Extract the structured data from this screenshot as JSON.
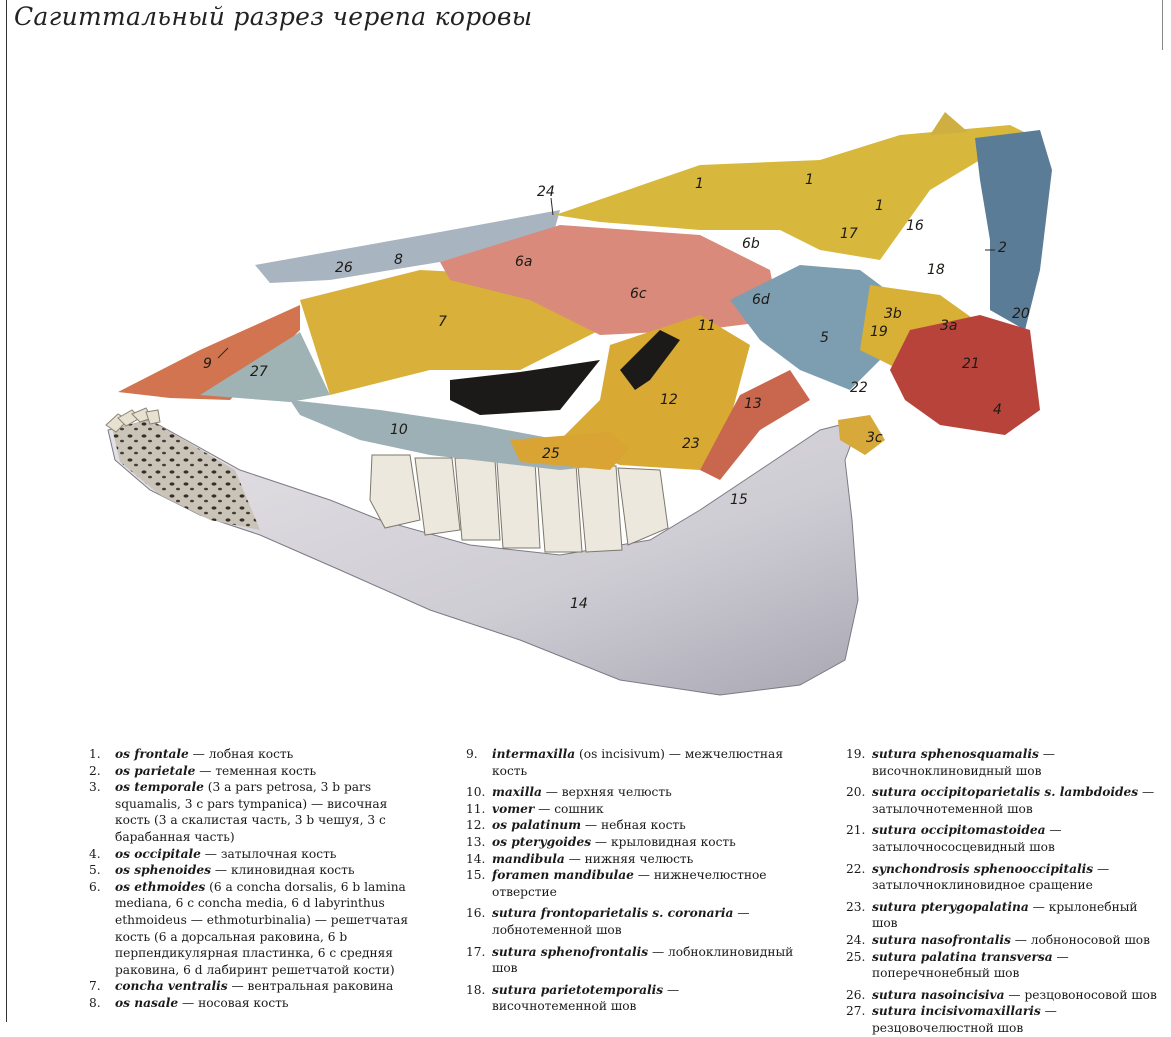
{
  "title": "Сагиттальный разрез черепа коровы",
  "diagram_labels": [
    "1",
    "1",
    "1",
    "2",
    "3b",
    "3a",
    "3c",
    "4",
    "5",
    "6a",
    "6b",
    "6c",
    "6d",
    "7",
    "8",
    "9",
    "10",
    "11",
    "12",
    "13",
    "14",
    "15",
    "16",
    "17",
    "18",
    "19",
    "20",
    "21",
    "22",
    "23",
    "24",
    "25",
    "26",
    "27"
  ],
  "legend": [
    {
      "num": "1.",
      "latin": "os frontale",
      "sep": " — ",
      "text": "лобная кость"
    },
    {
      "num": "2.",
      "latin": "os parietale",
      "sep": " — ",
      "text": "теменная кость"
    },
    {
      "num": "3.",
      "latin": "os temporale",
      "sep": " ",
      "text": "(3 a pars petrosa, 3 b pars squamalis, 3 c pars tympanica) — височная кость (3 a скалистая часть, 3 b чешуя, 3 c барабанная часть)"
    },
    {
      "num": "4.",
      "latin": "os occipitale",
      "sep": " — ",
      "text": "затылочная кость"
    },
    {
      "num": "5.",
      "latin": "os sphenoides",
      "sep": " — ",
      "text": "клиновидная кость"
    },
    {
      "num": "6.",
      "latin": "os ethmoides",
      "sep": " ",
      "text": "(6 a concha dorsalis, 6 b lamina mediana, 6 c concha media, 6 d labyrinthus ethmoideus — ethmoturbinalia) — решетчатая кость (6 a дорсальная раковина, 6 b перпендикулярная пластинка, 6 c средняя раковина, 6 d лабиринт решетчатой кости)"
    },
    {
      "num": "7.",
      "latin": "concha ventralis",
      "sep": " — ",
      "text": "вентральная раковина"
    },
    {
      "num": "8.",
      "latin": "os nasale",
      "sep": " — ",
      "text": "носовая кость"
    },
    {
      "num": "9.",
      "latin": "intermaxilla",
      "sep": " ",
      "text": "(os incisivum) — межчелюстная кость"
    },
    {
      "num": "10.",
      "latin": "maxilla",
      "sep": " — ",
      "text": "верхняя челюсть"
    },
    {
      "num": "11.",
      "latin": "vomer",
      "sep": " — ",
      "text": "сошник"
    },
    {
      "num": "12.",
      "latin": "os palatinum",
      "sep": " — ",
      "text": "небная кость"
    },
    {
      "num": "13.",
      "latin": "os pterygoides",
      "sep": " — ",
      "text": "крыловидная кость"
    },
    {
      "num": "14.",
      "latin": "mandibula",
      "sep": " — ",
      "text": "нижняя челюсть"
    },
    {
      "num": "15.",
      "latin": "foramen mandibulae",
      "sep": " — ",
      "text": "нижнечелюстное отверстие"
    },
    {
      "num": "16.",
      "latin": "sutura frontoparietalis s. coronaria",
      "sep": " — ",
      "text": "лобнотеменной шов"
    },
    {
      "num": "17.",
      "latin": "sutura sphenofrontalis",
      "sep": " — ",
      "text": "лобноклиновидный шов"
    },
    {
      "num": "18.",
      "latin": "sutura parietotemporalis",
      "sep": " — ",
      "text": "височнотеменной шов"
    },
    {
      "num": "19.",
      "latin": "sutura sphenosquamalis",
      "sep": " — ",
      "text": "височноклиновидный шов"
    },
    {
      "num": "20.",
      "latin": "sutura occipitoparietalis s. lambdoides",
      "sep": " — ",
      "text": "затылочнотеменной шов"
    },
    {
      "num": "21.",
      "latin": "sutura occipitomastoidea",
      "sep": " — ",
      "text": "затылочнососцевидный шов"
    },
    {
      "num": "22.",
      "latin": "synchondrosis sphenooccipitalis",
      "sep": " — ",
      "text": "затылочноклиновидное сращение"
    },
    {
      "num": "23.",
      "latin": "sutura pterygopalatina",
      "sep": " — ",
      "text": "крылонебный шов"
    },
    {
      "num": "24.",
      "latin": "sutura nasofrontalis",
      "sep": " — ",
      "text": "лобноносовой шов"
    },
    {
      "num": "25.",
      "latin": "sutura palatina transversa",
      "sep": " — ",
      "text": "поперечнонебный шов"
    },
    {
      "num": "26.",
      "latin": "sutura nasoincisiva",
      "sep": " — ",
      "text": "резцовоносовой шов"
    },
    {
      "num": "27.",
      "latin": "sutura incisivomaxillaris",
      "sep": " — ",
      "text": "резцовочелюстной шов"
    }
  ]
}
